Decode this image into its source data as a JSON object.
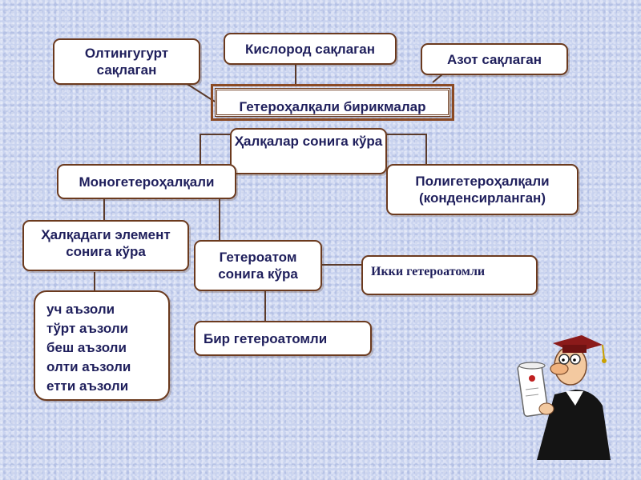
{
  "diagram": {
    "center": "Гетероҳалқали бирикмалар",
    "sulfur": "Олтингугурт сақлаган",
    "oxygen": "Кислород сақлаган",
    "nitrogen": "Азот сақлаган",
    "by_rings": "Ҳалқалар сонига кўра",
    "mono": "Моногетероҳалқали",
    "poly": "Полигетероҳалқали\n(конденсирланган)",
    "by_element": "Ҳалқадаги элемент сонига кўра",
    "by_heteroatom": "Гетероатом сонига кўра",
    "two_hetero": "Икки гетероатомли",
    "one_hetero": "Бир гетероатомли",
    "ring_sizes": [
      "уч аъзоли",
      "тўрт аъзоли",
      "беш аъзоли",
      "олти аъзоли",
      "етти аъзоли"
    ]
  },
  "colors": {
    "box_border": "#6b3a1e",
    "text": "#1f1f5c",
    "background": "#c9d3ef"
  }
}
